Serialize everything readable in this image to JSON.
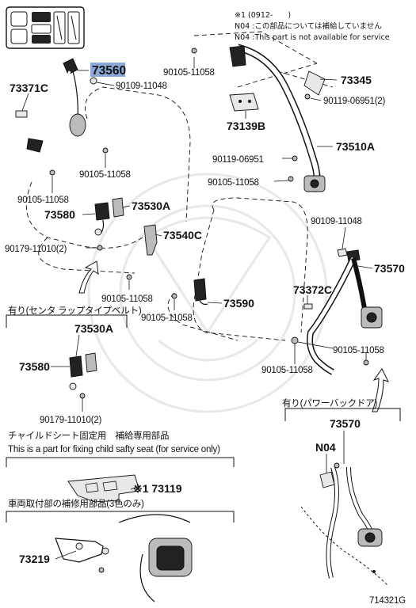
{
  "notes": {
    "n1": "※1 (0912-　　)",
    "n2": "N04 :この部品については補給していません",
    "n3": "N04 :This part is not available for service"
  },
  "labels": {
    "p73560": "73560",
    "p73371C": "73371C",
    "p90109_11048_a": "90109-11048",
    "p90105_11058_a": "90105-11058",
    "p90105_11058_b": "90105-11058",
    "p73345": "73345",
    "p90119_06951_2": "90119-06951(2)",
    "p73139B": "73139B",
    "p73510A": "73510A",
    "p90119_06951": "90119-06951",
    "p90105_11058_c": "90105-11058",
    "p90105_11058_d": "90105-11058",
    "p73530A_a": "73530A",
    "p73580_a": "73580",
    "p73540C": "73540C",
    "p90179_11010_2_a": "90179-11010(2)",
    "p90109_11048_b": "90109-11048",
    "p73570_a": "73570",
    "p90105_11058_e": "90105-11058",
    "p73372C": "73372C",
    "p73590": "73590",
    "p90105_11058_f": "90105-11058",
    "p90105_11058_g": "90105-11058",
    "p90105_11058_h": "90105-11058",
    "p73530A_b": "73530A",
    "p73580_b": "73580",
    "p90179_11010_2_b": "90179-11010(2)",
    "p73570_b": "73570",
    "pN04": "N04",
    "p73119": "※1 73119",
    "p73219": "73219"
  },
  "sections": {
    "center_lap": "有り(センタ ラップタイプベルト)",
    "power_back_door": "有り(パワーバックドア)",
    "child_seat_jp": "チャイルドシート固定用　補給専用部品",
    "child_seat_en": "This is a part for fixing child safty seat (for service only)",
    "body_repair": "車両取付部の補修用部品(3色のみ)"
  },
  "diagram_id": "714321G",
  "highlight_color": "#8aa8d8"
}
